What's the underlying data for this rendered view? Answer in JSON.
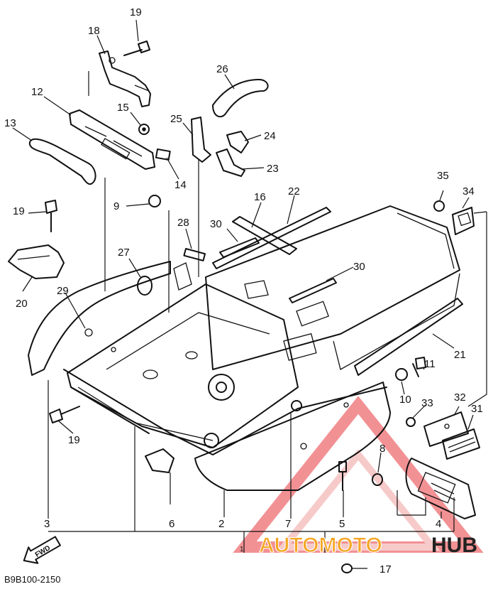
{
  "callouts": {
    "c1": "1",
    "c2": "2",
    "c3": "3",
    "c4": "4",
    "c5": "5",
    "c6": "6",
    "c7": "7",
    "c8": "8",
    "c9": "9",
    "c10": "10",
    "c11": "11",
    "c12": "12",
    "c13": "13",
    "c14": "14",
    "c15": "15",
    "c16": "16",
    "c17": "17",
    "c18": "18",
    "c19a": "19",
    "c19b": "19",
    "c19c": "19",
    "c20": "20",
    "c21": "21",
    "c22": "22",
    "c23": "23",
    "c24": "24",
    "c25": "25",
    "c26": "26",
    "c27": "27",
    "c28": "28",
    "c29": "29",
    "c30a": "30",
    "c30b": "30",
    "c31": "31",
    "c32": "32",
    "c33": "33",
    "c34": "34",
    "c35": "35"
  },
  "fwd_label": "FWD",
  "diagram_code": "B9B100-2150",
  "watermark": {
    "part1": "AUTOMOTO",
    "part2": "HUB",
    "color_red": "#e8383d",
    "color_orange": "#f5a623",
    "color_dark": "#222222"
  }
}
